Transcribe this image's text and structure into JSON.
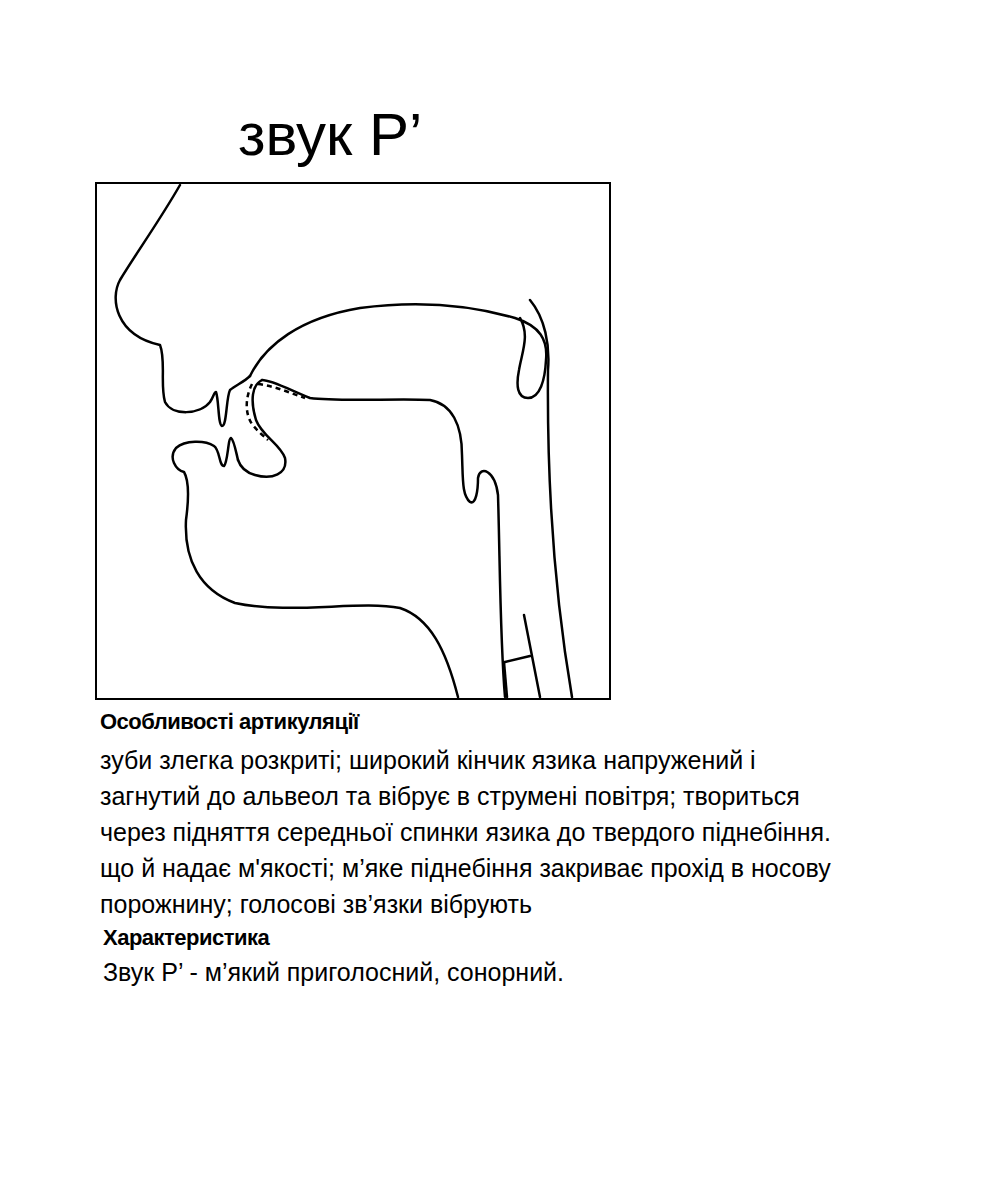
{
  "diagram": {
    "title": "звук Р’",
    "labels": [
      "Особливості артикуляції",
      "зуби злегка розкриті; широкий кінчик язика напружений і загнутий до альвеол та вібрує в струмені повітря; твориться через підняття середньої спинки язика до твердого піднебіння. що й надає м'якості; м’яке піднебіння закриває прохід в носову порожнину; голосові зв’язки вібрують",
      "Характеристика",
      "Звук Р’ - м’який приголосний, сонорний."
    ]
  }
}
